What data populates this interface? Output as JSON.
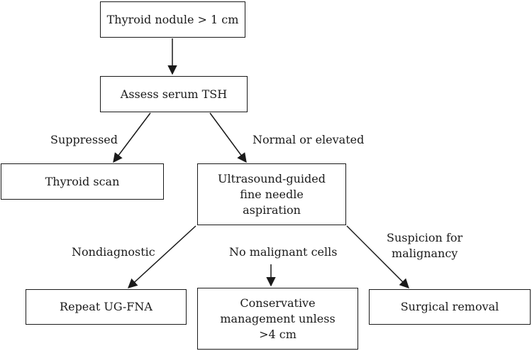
{
  "nodes": {
    "nodule": "Thyroid nodule > 1 cm",
    "tsh": "Assess serum TSH",
    "scan": "Thyroid scan",
    "fna": [
      "Ultrasound-guided",
      "fine needle",
      "aspiration"
    ],
    "repeat": "Repeat UG-FNA",
    "conservative": [
      "Conservative",
      "management unless",
      ">4 cm"
    ],
    "surgical": "Surgical removal"
  },
  "edges": {
    "suppressed": "Suppressed",
    "normal": "Normal or elevated",
    "nondiagnostic": "Nondiagnostic",
    "benign": "No malignant cells",
    "suspicion": [
      "Suspicion for",
      "malignancy"
    ]
  }
}
